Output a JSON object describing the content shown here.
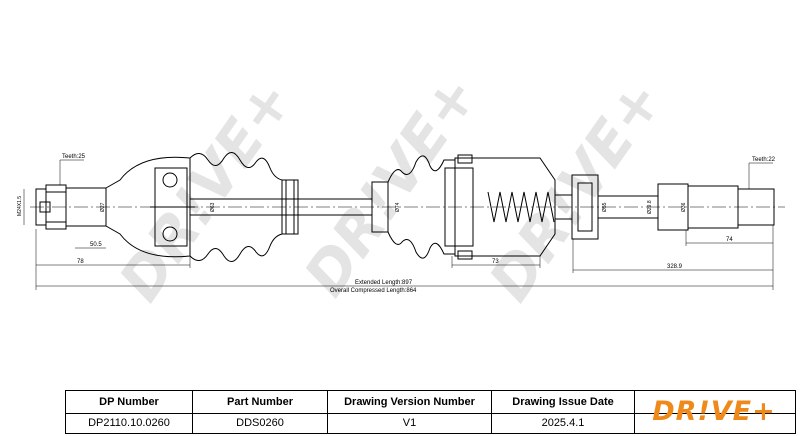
{
  "drawing": {
    "teeth_left": "Teeth:25",
    "teeth_right": "Teeth:22",
    "thread": "M24X1.5",
    "diameters": {
      "d_left_stub": "Ø27",
      "d_left_joint": "Ø63",
      "d_mid": "Ø74",
      "d_bearing": "Ø55",
      "d_right1": "Ø29.8",
      "d_right2": "Ø36"
    },
    "dimensions": {
      "d_50_5": "50.5",
      "d_78": "78",
      "d_73": "73",
      "d_74": "74",
      "d_328_9": "328.9",
      "extended_length": "Extended Length:897",
      "compressed_length": "Overall Compressed Length:864"
    },
    "watermark": "DR!VE+"
  },
  "title_block": {
    "headers": [
      "DP Number",
      "Part Number",
      "Drawing Version Number",
      "Drawing Issue Date"
    ],
    "values": [
      "DP2110.10.0260",
      "DDS0260",
      "V1",
      "2025.4.1"
    ],
    "logo": "DR!VE+"
  },
  "colors": {
    "logo": "#ef8a1a",
    "watermark": "#e6e6e6",
    "line": "#000000"
  }
}
